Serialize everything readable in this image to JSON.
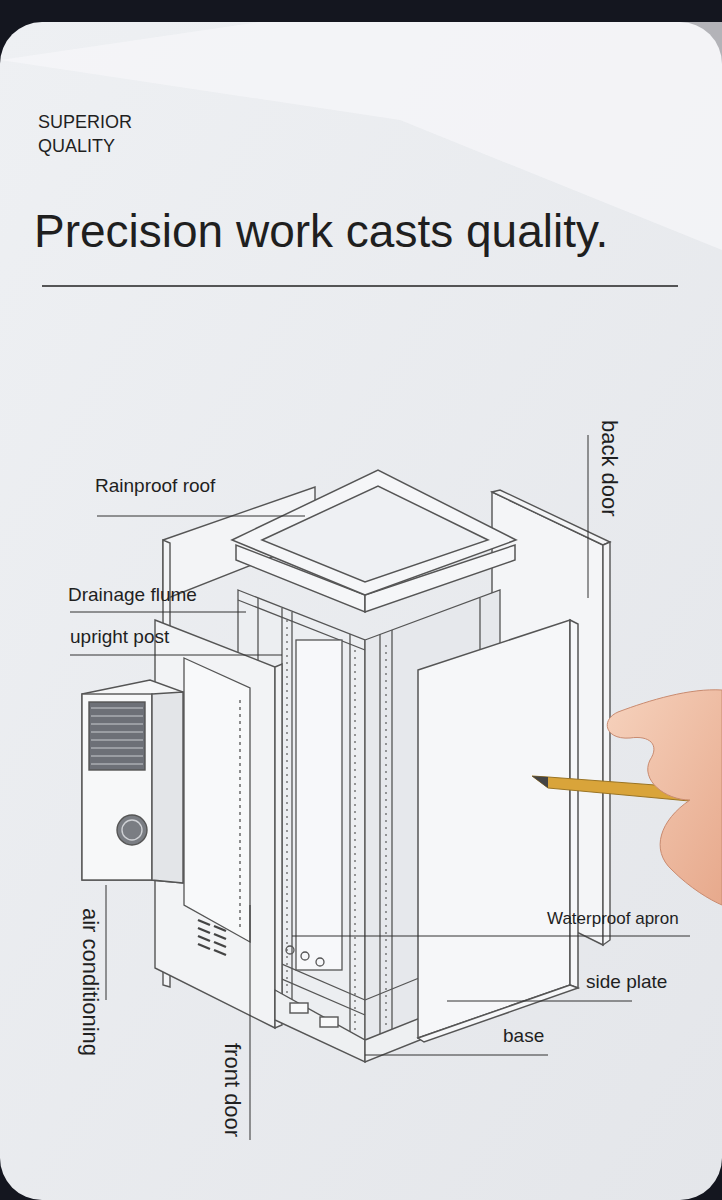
{
  "diagram": {
    "title": "Precision work casts quality.",
    "labels": [
      "SUPERIOR QUALITY",
      "Rainproof roof",
      "Drainage flume",
      "upright post",
      "back door",
      "air conditioning",
      "front door",
      "Waterproof apron",
      "side plate",
      "base"
    ]
  }
}
